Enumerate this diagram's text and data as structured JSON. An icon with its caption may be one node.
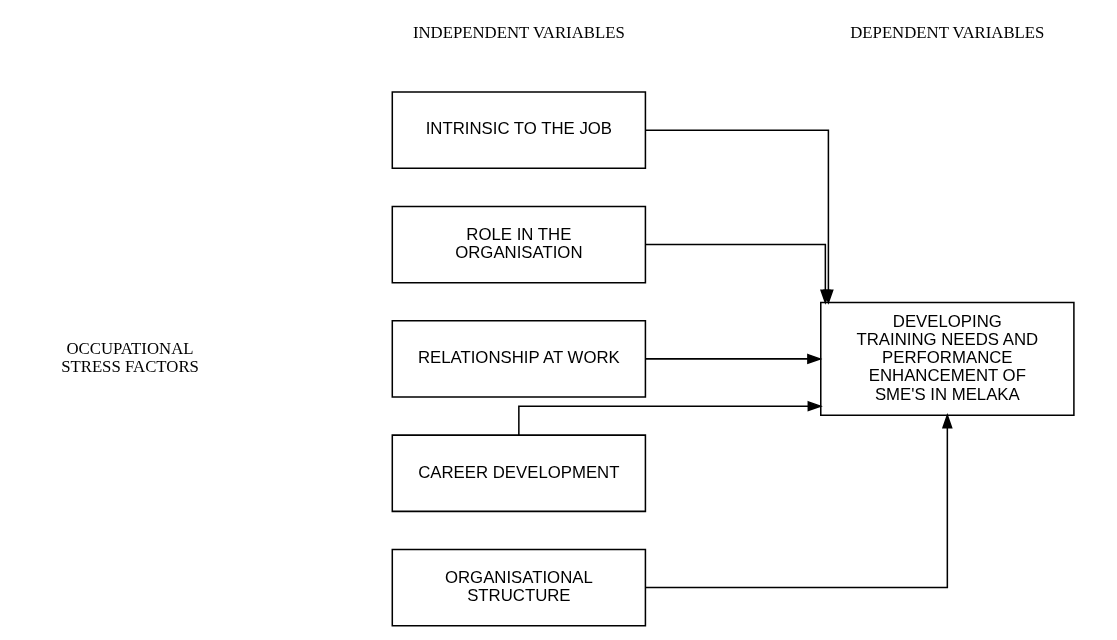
{
  "diagram": {
    "nodes": [
      {
        "text": [
          "INTRINSIC TO THE JOB"
        ]
      },
      {
        "text": [
          "ROLE IN THE ORGANISATION"
        ]
      },
      {
        "text": [
          "RELATIONSHIP AT WORK"
        ]
      },
      {
        "text": [
          "CAREER DEVELOPMENT"
        ]
      },
      {
        "text": [
          "ORGANISATIONAL STRUCTURE"
        ]
      },
      {
        "text": [
          "DEVELOPING TRAINING NEEDS AND PERFORMANCE ENHANCEMENT OF SME'S IN MELAKA"
        ]
      }
    ],
    "edges": [
      {
        "from": 0,
        "to": 5,
        "arrow": "to"
      },
      {
        "from": 1,
        "to": 5,
        "arrow": "to"
      },
      {
        "from": 2,
        "to": 5,
        "arrow": "to"
      },
      {
        "from": 3,
        "to": 5,
        "arrow": "to"
      },
      {
        "from": 4,
        "to": 5,
        "arrow": "to"
      }
    ],
    "labels": [
      "INDEPENDENT VARIABLES",
      "DEPENDENT VARIABLES",
      "OCCUPATIONAL STRESS FACTORS"
    ]
  }
}
